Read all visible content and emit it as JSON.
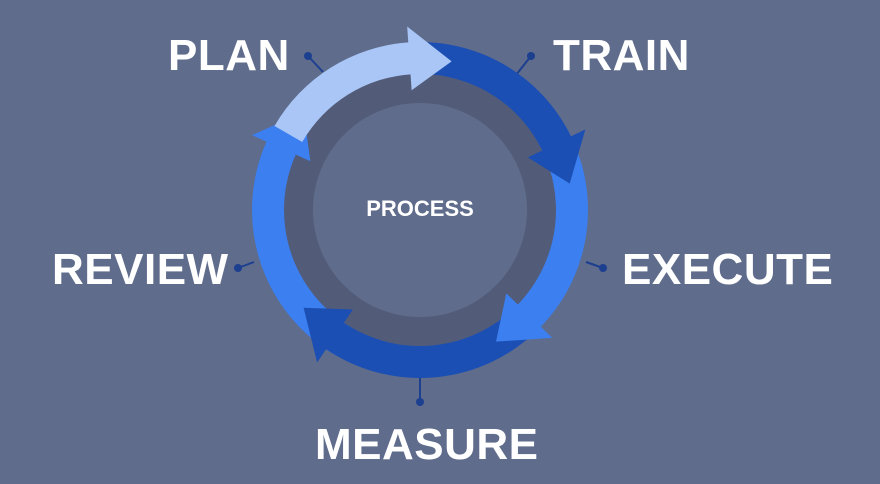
{
  "center": {
    "label": "PROCESS"
  },
  "stages": [
    {
      "key": "plan",
      "label": "PLAN",
      "color": "#a9c6f7"
    },
    {
      "key": "train",
      "label": "TRAIN",
      "color": "#1c4fb3"
    },
    {
      "key": "execute",
      "label": "EXECUTE",
      "color": "#3b7ff0"
    },
    {
      "key": "measure",
      "label": "MEASURE",
      "color": "#1c4fb3"
    },
    {
      "key": "review",
      "label": "REVIEW",
      "color": "#3b7ff0"
    }
  ],
  "colors": {
    "background": "#5f6c8c",
    "ring_track": "#525c78",
    "inner_circle": "#5f6c8c",
    "connector": "#1c3f8f",
    "text": "#ffffff"
  }
}
